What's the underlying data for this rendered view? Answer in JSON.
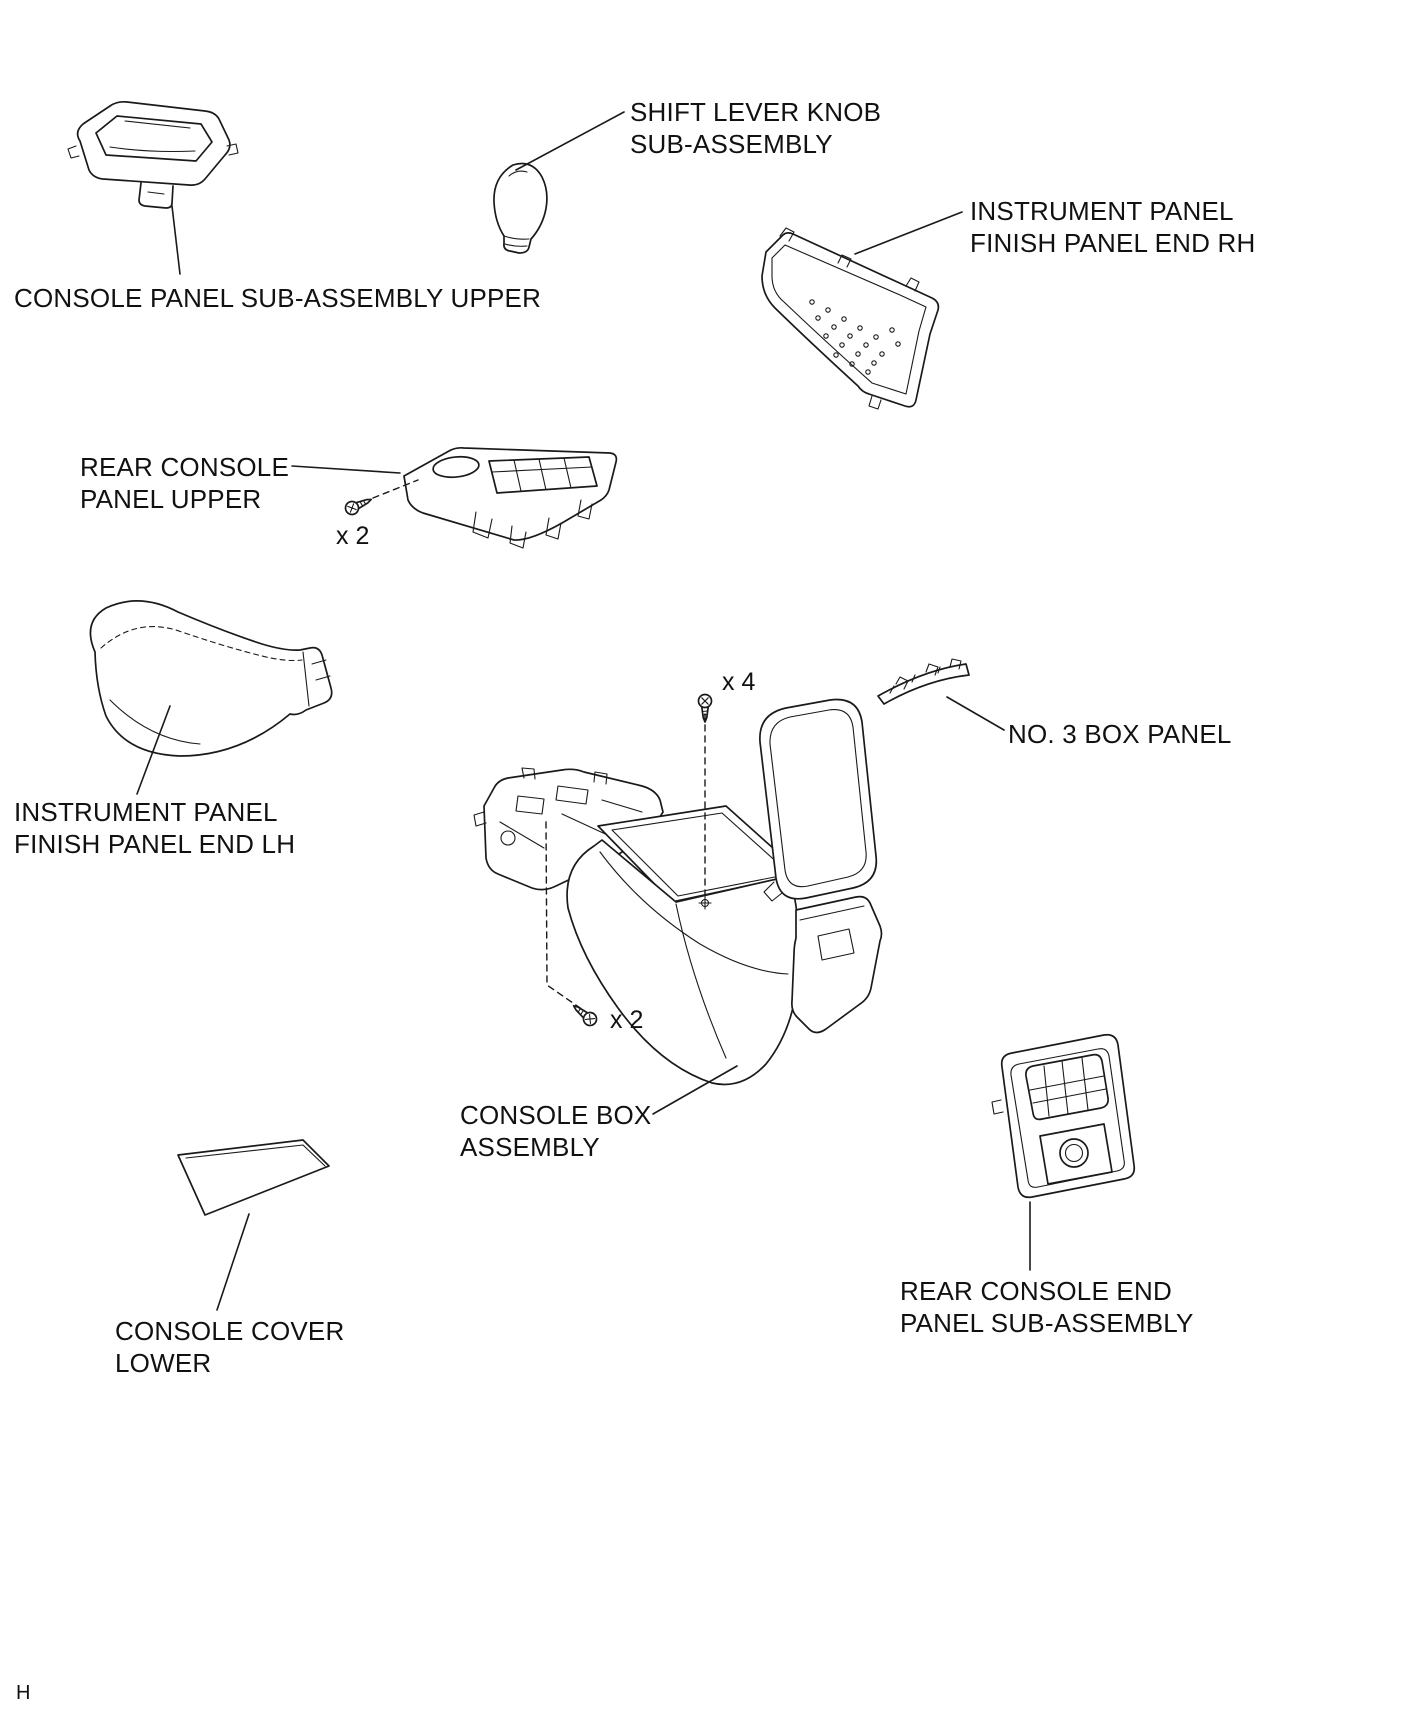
{
  "diagram": {
    "ink": "#1a1a1a",
    "background": "#ffffff",
    "corner_mark": "H",
    "callouts": {
      "shift_lever_knob": {
        "line1": "SHIFT LEVER KNOB",
        "line2": "SUB-ASSEMBLY"
      },
      "console_panel_upper": {
        "line1": "CONSOLE PANEL SUB-ASSEMBLY UPPER"
      },
      "instrument_panel_rh": {
        "line1": "INSTRUMENT PANEL",
        "line2": "FINISH PANEL END RH"
      },
      "rear_console_panel_upper": {
        "line1": "REAR CONSOLE",
        "line2": "PANEL UPPER"
      },
      "instrument_panel_lh": {
        "line1": "INSTRUMENT PANEL",
        "line2": "FINISH PANEL END LH"
      },
      "no3_box_panel": {
        "line1": "NO. 3 BOX PANEL"
      },
      "console_box_assembly": {
        "line1": "CONSOLE BOX",
        "line2": "ASSEMBLY"
      },
      "console_cover_lower": {
        "line1": "CONSOLE COVER",
        "line2": "LOWER"
      },
      "rear_console_end_panel": {
        "line1": "REAR CONSOLE END",
        "line2": "PANEL SUB-ASSEMBLY"
      }
    },
    "fasteners": {
      "screw_pair_upper": "x 2",
      "bolt_quad": "x 4",
      "screw_pair_lower": "x 2"
    }
  }
}
